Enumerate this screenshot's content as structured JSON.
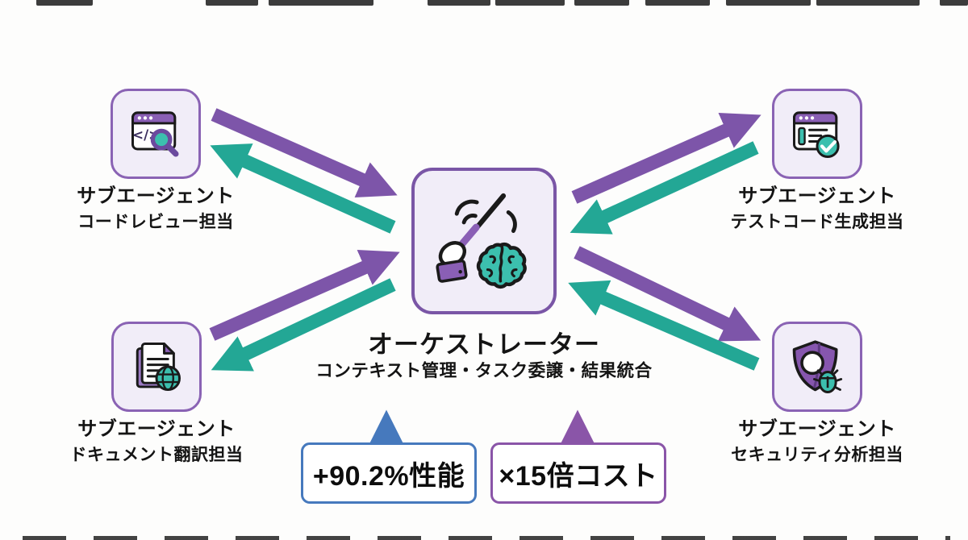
{
  "orchestrator": {
    "title": "オーケストレーター",
    "subtitle": "コンテキスト管理・タスク委譲・結果統合",
    "icon": "conductor-baton-brain-icon"
  },
  "agents": [
    {
      "line1": "サブエージェント",
      "line2": "コードレビュー担当",
      "icon": "code-review-magnifier-icon",
      "position": "top-left"
    },
    {
      "line1": "サブエージェント",
      "line2": "テストコード生成担当",
      "icon": "test-checklist-check-icon",
      "position": "top-right"
    },
    {
      "line1": "サブエージェント",
      "line2": "ドキュメント翻訳担当",
      "icon": "document-globe-icon",
      "position": "bottom-left"
    },
    {
      "line1": "サブエージェント",
      "line2": "セキュリティ分析担当",
      "icon": "shield-bug-icon",
      "position": "bottom-right"
    }
  ],
  "stats": {
    "performance": {
      "label": "+90.2%性能",
      "accent": "#4679bd",
      "arrow": "up"
    },
    "cost": {
      "label": "×15倍コスト",
      "accent": "#8a55a8",
      "arrow": "up"
    }
  },
  "colors": {
    "arrow_purple": "#7d55a9",
    "arrow_teal": "#23a795",
    "stat_blue": "#4679bd",
    "stat_purple": "#8a55a8",
    "node_fill": "#f1edf8",
    "node_border": "#8a63b4",
    "center_border": "#7a56a6",
    "icon_teal": "#3cbfae",
    "icon_purple": "#8a5fb5",
    "text": "#141414",
    "background": "#fdfdfc"
  }
}
